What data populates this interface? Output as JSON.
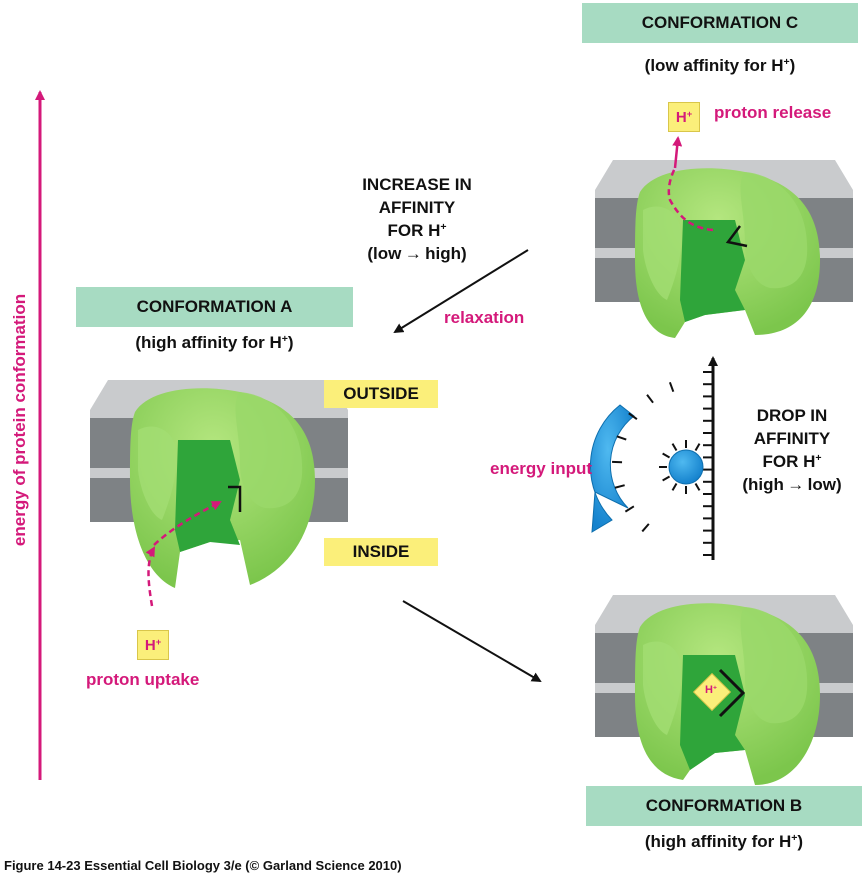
{
  "vertical_axis_label": "energy of protein conformation",
  "conformation_a": {
    "title": "CONFORMATION A",
    "affinity_text": "(high affinity for H",
    "affinity_sup": "+",
    "affinity_close": ")"
  },
  "conformation_b": {
    "title": "CONFORMATION B",
    "affinity_text": "(high affinity for H",
    "affinity_sup": "+",
    "affinity_close": ")"
  },
  "conformation_c": {
    "title": "CONFORMATION C",
    "affinity_text": "(low affinity for H",
    "affinity_sup": "+",
    "affinity_close": ")"
  },
  "labels": {
    "outside": "OUTSIDE",
    "inside": "INSIDE",
    "proton_uptake": "proton uptake",
    "proton_release": "proton release",
    "relaxation": "relaxation",
    "energy_input": "energy input",
    "proton_symbol": "H",
    "proton_sup": "+"
  },
  "increase_affinity": {
    "line1": "INCREASE IN",
    "line2": "AFFINITY",
    "line3": "FOR H",
    "line3_sup": "+",
    "line4": "(low → high)"
  },
  "drop_affinity": {
    "line1": "DROP IN",
    "line2": "AFFINITY",
    "line3": "FOR H",
    "line3_sup": "+",
    "line4": "(high → low)"
  },
  "caption": "Figure 14-23  Essential Cell Biology 3/e (© Garland Science 2010)",
  "colors": {
    "banner": "#a7dbc2",
    "magenta": "#d4197a",
    "yellow": "#fbef7a",
    "protein_light": "#8ed45f",
    "protein_dark": "#2fa53a",
    "membrane": "#7e8285",
    "arrow_blue": "#1a95df"
  }
}
